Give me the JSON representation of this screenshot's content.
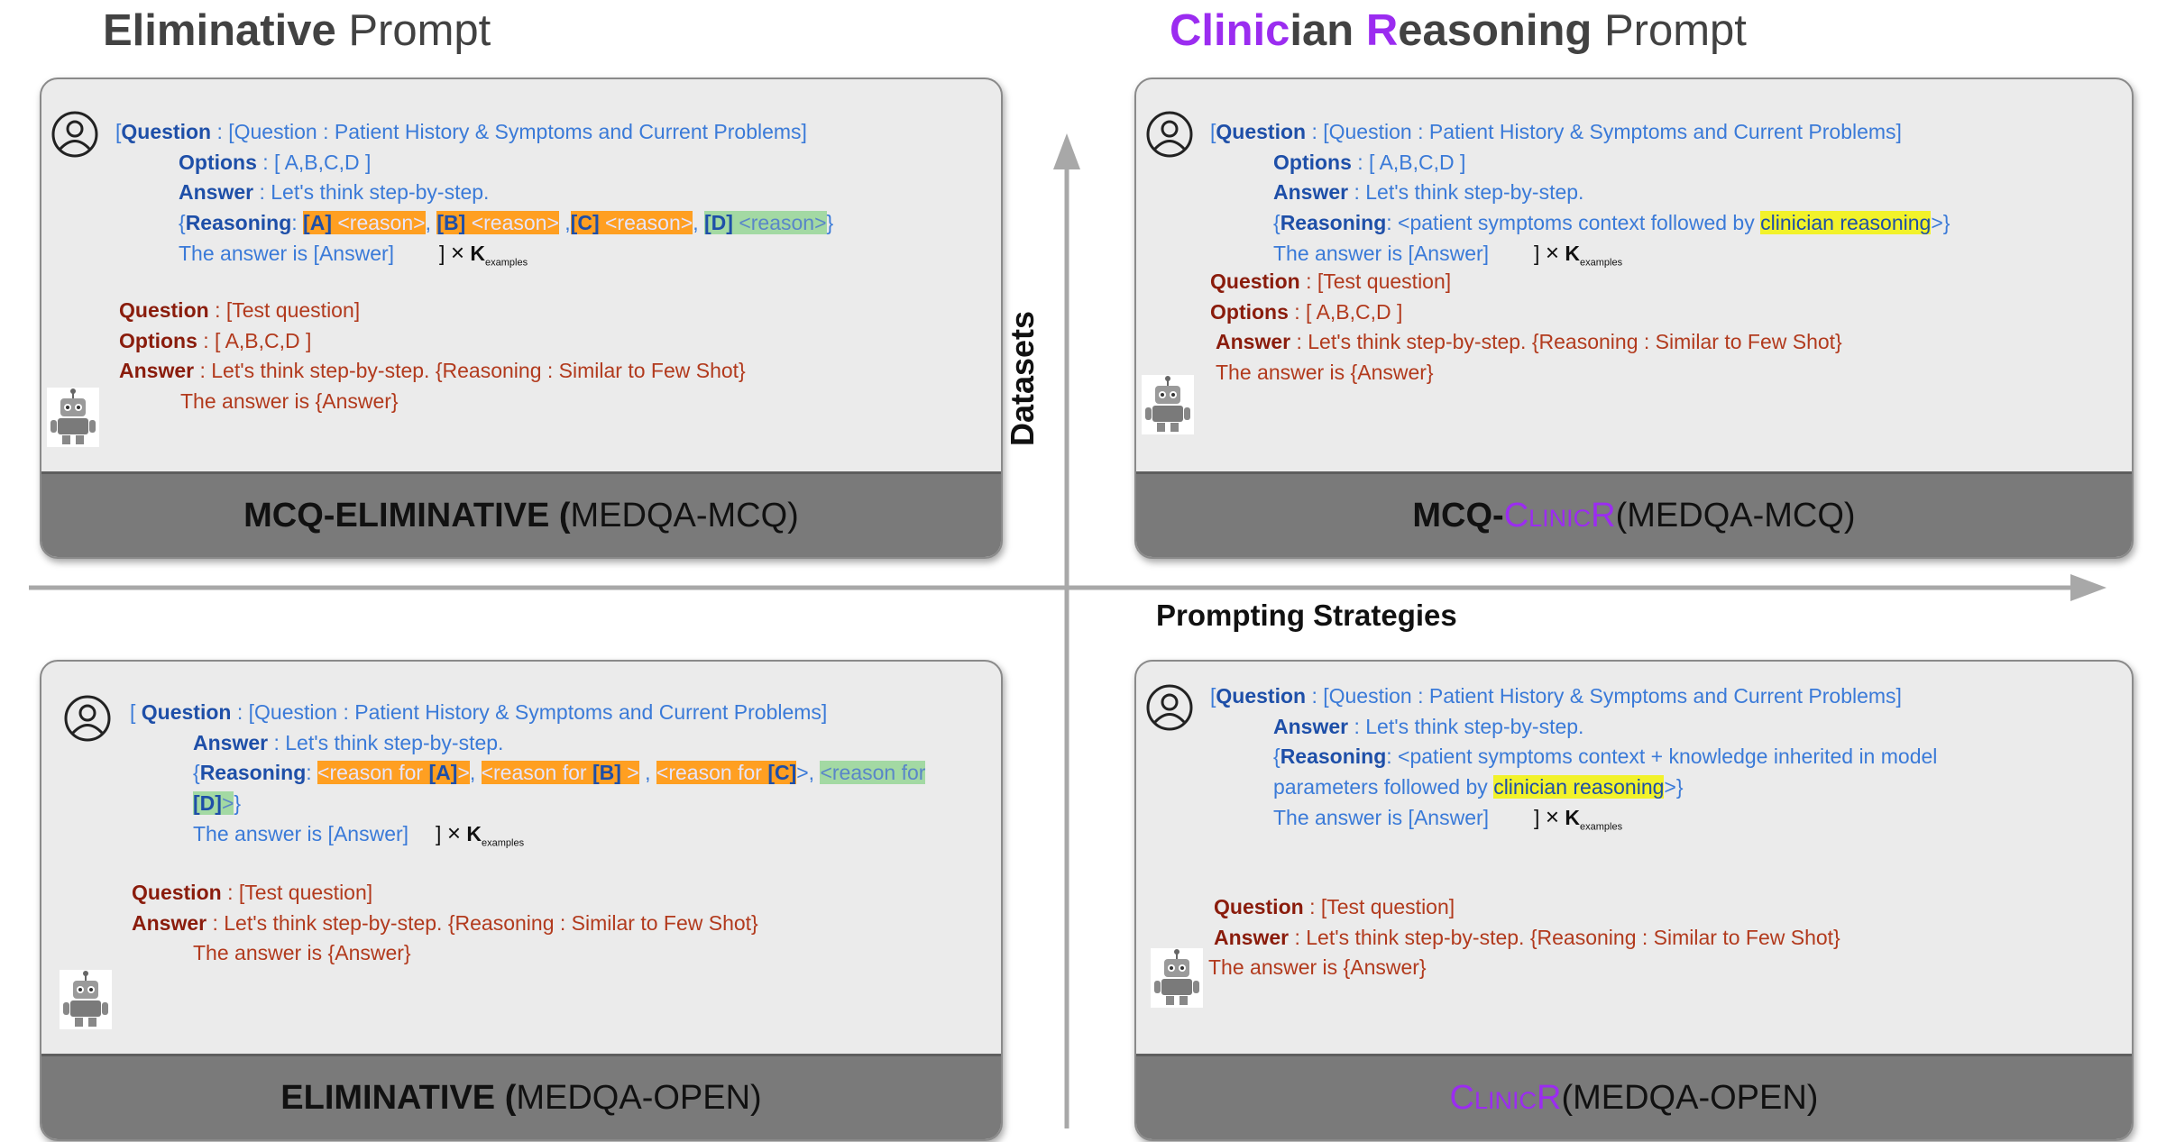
{
  "headings": {
    "left": {
      "bold": "Eliminative",
      "rest": " Prompt"
    },
    "right": {
      "part1": "Clinic",
      "part2": "ian ",
      "part3": "R",
      "part4": "easoning",
      "rest": "  Prompt"
    }
  },
  "axes": {
    "y_label": "Datasets",
    "x_label": "Prompting Strategies"
  },
  "common": {
    "question_kw": "Question",
    "options_kw": "Options",
    "answer_kw": "Answer",
    "reasoning_kw": "Reasoning",
    "fewshot_question": ": [Question : Patient History & Symptoms and Current Problems]",
    "options_val": ": [ A,B,C,D ]",
    "step_by_step": ": Let's think step-by-step.",
    "answer_is": "The answer is [Answer]",
    "times": "×",
    "k": "K",
    "k_sub": "examples",
    "test_question": ": [Test question]",
    "test_answer": ": Let's think step-by-step. {Reasoning : Similar to Few Shot}",
    "final_answer": "The answer is {Answer}"
  },
  "panels": {
    "mcq_elim": {
      "reason_tags": [
        "[A]",
        "[B]",
        "[C]",
        "[D]"
      ],
      "reason_text": "<reason>",
      "footer": {
        "bold": "MCQ-ELIMINATIVE (",
        "rest": "MEDQA-MCQ)"
      }
    },
    "mcq_clinicr": {
      "reason_text": ": <patient symptoms context followed by ",
      "highlight": "clinician reasoning",
      "reason_end": ">}",
      "footer": {
        "bold": "MCQ-",
        "sc": "ClinicR",
        "rest": " (MEDQA-MCQ)"
      }
    },
    "open_elim": {
      "reason_prefix": "<reason for ",
      "reason_tags": [
        "[A]",
        "[B]",
        "[C]",
        "[D]"
      ],
      "footer": {
        "bold": "ELIMINATIVE (",
        "rest": "MEDQA-OPEN)"
      }
    },
    "open_clinicr": {
      "reason_line1": ": <patient symptoms context + knowledge inherited in model",
      "reason_line2": "parameters followed by ",
      "highlight": "clinician reasoning",
      "reason_end": ">}",
      "footer": {
        "sc": "ClinicR",
        "rest": " (MEDQA-OPEN)"
      }
    }
  }
}
